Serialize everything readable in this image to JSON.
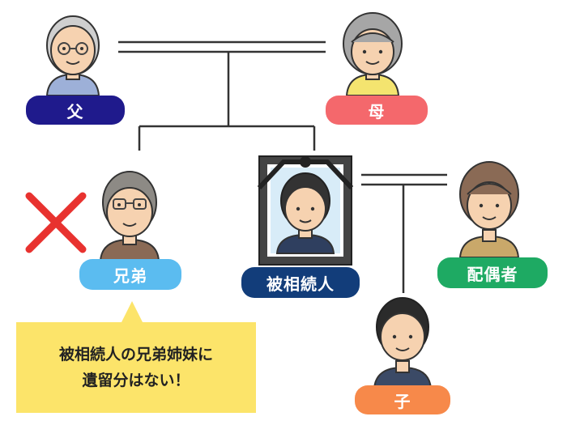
{
  "labels": {
    "father": "父",
    "mother": "母",
    "sibling": "兄弟",
    "deceased": "被相続人",
    "spouse": "配偶者",
    "child": "子"
  },
  "note": {
    "line1": "被相続人の兄弟姉妹に",
    "line2": "遺留分はない！"
  },
  "colors": {
    "father": "#1f1a8c",
    "mother": "#f4686c",
    "sibling": "#5bbcf0",
    "deceased": "#123d7a",
    "spouse": "#1eaa63",
    "child": "#f7894a",
    "note_bg": "#fce46a",
    "cross": "#e8322f"
  }
}
